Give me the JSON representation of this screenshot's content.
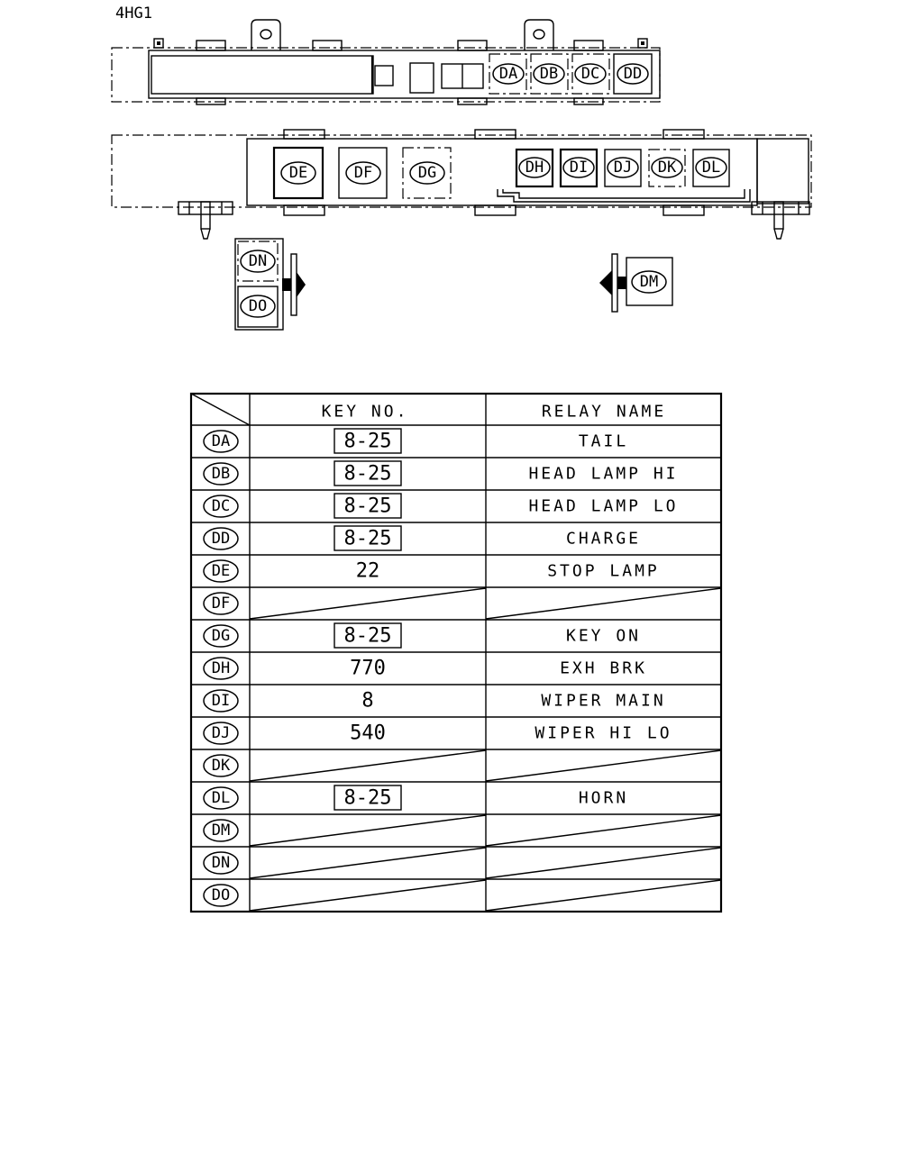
{
  "model_label": "4HG1",
  "diagram": {
    "top_relays": [
      "DA",
      "DB",
      "DC",
      "DD"
    ],
    "middle_large_relays": [
      "DE",
      "DF",
      "DG"
    ],
    "middle_small_relays": [
      "DH",
      "DI",
      "DJ",
      "DK",
      "DL"
    ],
    "left_stack_relays": [
      "DN",
      "DO"
    ],
    "right_single_relay": "DM"
  },
  "table": {
    "headers": {
      "key_no": "KEY NO.",
      "relay_name": "RELAY NAME"
    },
    "rows": [
      {
        "id": "DA",
        "key": "8-25",
        "boxed": true,
        "name": "TAIL"
      },
      {
        "id": "DB",
        "key": "8-25",
        "boxed": true,
        "name": "HEAD LAMP HI"
      },
      {
        "id": "DC",
        "key": "8-25",
        "boxed": true,
        "name": "HEAD LAMP LO"
      },
      {
        "id": "DD",
        "key": "8-25",
        "boxed": true,
        "name": "CHARGE"
      },
      {
        "id": "DE",
        "key": "22",
        "boxed": false,
        "name": "STOP LAMP"
      },
      {
        "id": "DF",
        "key": null,
        "boxed": false,
        "name": null
      },
      {
        "id": "DG",
        "key": "8-25",
        "boxed": true,
        "name": "KEY ON"
      },
      {
        "id": "DH",
        "key": "770",
        "boxed": false,
        "name": "EXH BRK"
      },
      {
        "id": "DI",
        "key": "8",
        "boxed": false,
        "name": "WIPER MAIN"
      },
      {
        "id": "DJ",
        "key": "540",
        "boxed": false,
        "name": "WIPER HI LO"
      },
      {
        "id": "DK",
        "key": null,
        "boxed": false,
        "name": null
      },
      {
        "id": "DL",
        "key": "8-25",
        "boxed": true,
        "name": "HORN"
      },
      {
        "id": "DM",
        "key": null,
        "boxed": false,
        "name": null
      },
      {
        "id": "DN",
        "key": null,
        "boxed": false,
        "name": null
      },
      {
        "id": "DO",
        "key": null,
        "boxed": false,
        "name": null
      }
    ]
  }
}
